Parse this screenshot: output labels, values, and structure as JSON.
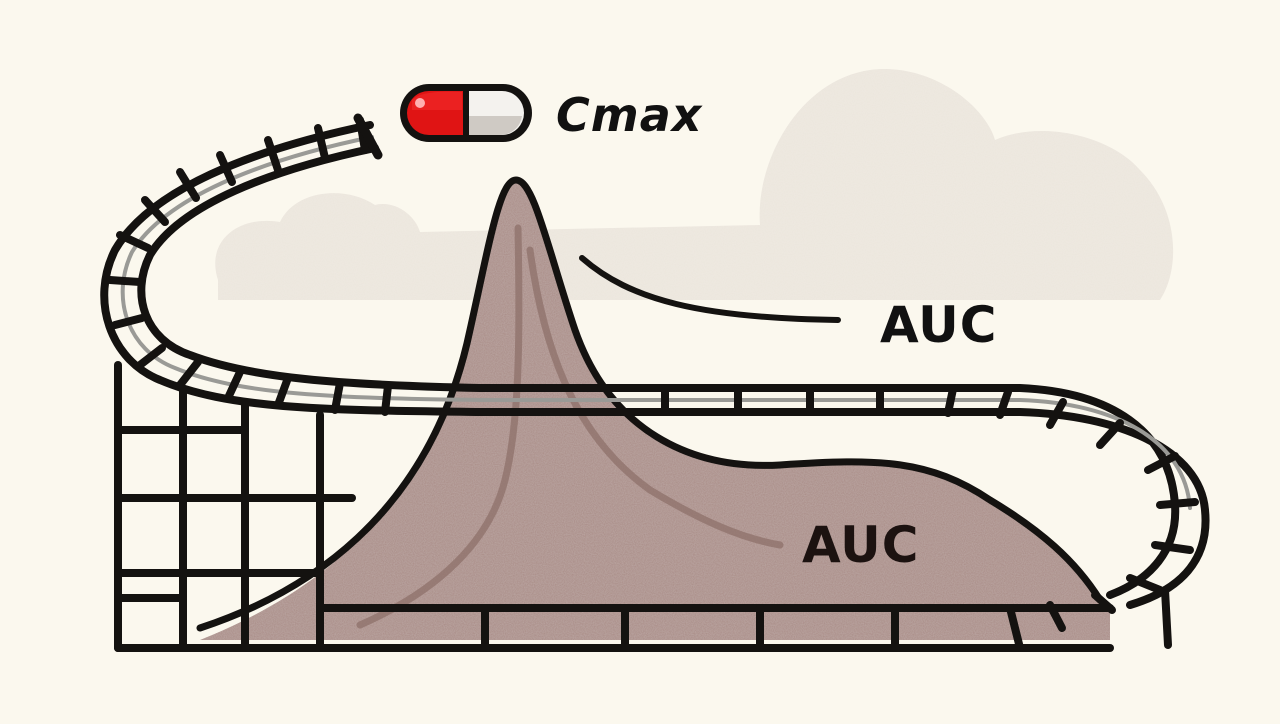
{
  "illustration": {
    "subject": "Roller coaster track shaped like a pharmacokinetic concentration-time curve",
    "labels": {
      "peak": "Cmax",
      "area_callout": "AUC",
      "area_inner": "AUC"
    },
    "elements": {
      "pill": "capsule-icon",
      "cloud": "cloud-shape",
      "curve_fill": "area-under-curve",
      "track": "roller-coaster-track",
      "scaffold": "support-scaffold"
    },
    "colors": {
      "background": "#fbf8ee",
      "cloud": "#ebe5dc",
      "area_fill": "#a88a84",
      "area_streak": "#8e706a",
      "ink": "#141210",
      "rail_inner": "#9a9a96",
      "pill_red": "#e01414",
      "pill_white": "#f4f2ee"
    }
  }
}
